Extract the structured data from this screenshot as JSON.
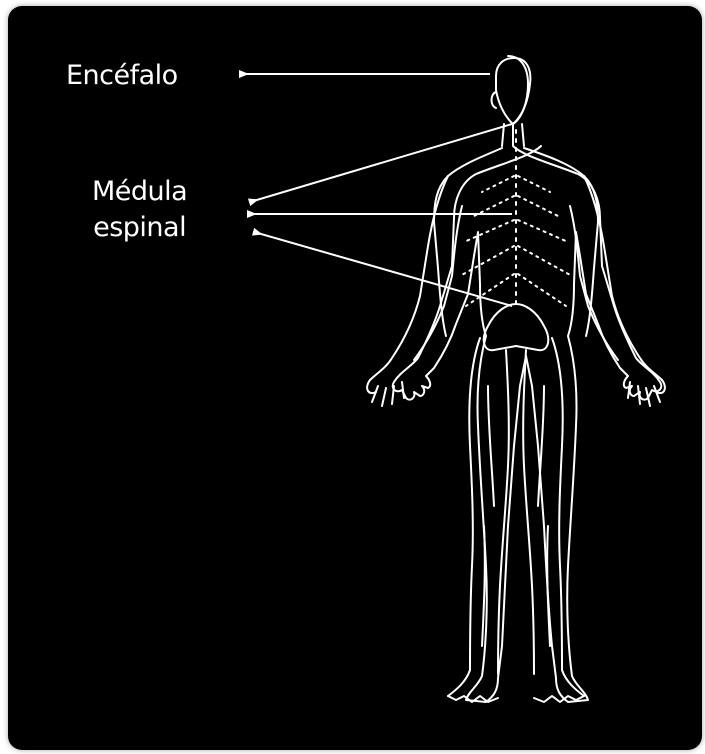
{
  "colors": {
    "background": "#000000",
    "foreground": "#ffffff",
    "page": "#ffffff"
  },
  "labels": {
    "brain": "Encéfalo",
    "spinal_line1": "Médula",
    "spinal_line2": "espinal"
  }
}
